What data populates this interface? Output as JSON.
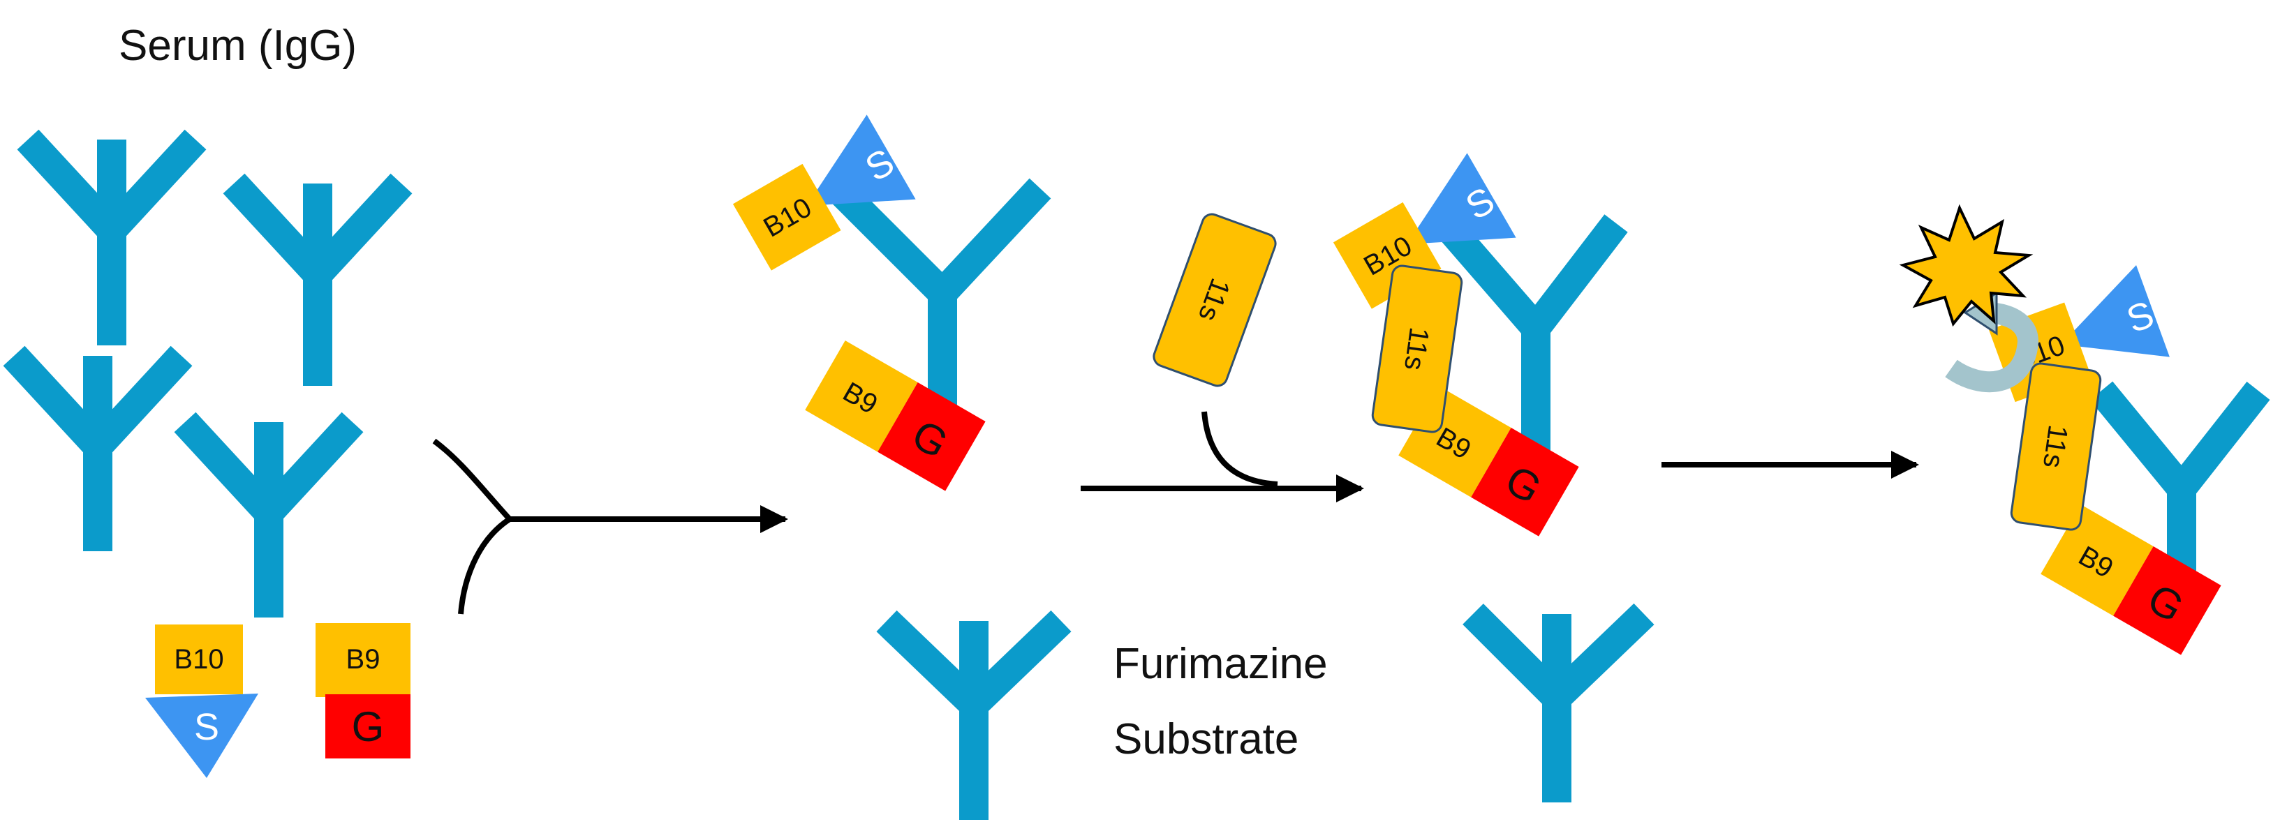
{
  "title": "Serum (IgG)",
  "substrate": {
    "line1": "Furimazine",
    "line2": "Substrate"
  },
  "labels": {
    "b10": "B10",
    "b9": "B9",
    "s": "S",
    "g": "G",
    "s11": "11s"
  },
  "colors": {
    "antibody": "#0b9bcb",
    "tag_orange": "#ffc000",
    "protein_s": "#3d95f2",
    "protein_g": "#ff0000",
    "arrow": "#000000",
    "light_burst": "#ffc000",
    "curved_arrow": "#a3c4cc"
  },
  "icons": [
    "y-antibody-icon",
    "burst-icon",
    "curved-arrow-icon"
  ]
}
